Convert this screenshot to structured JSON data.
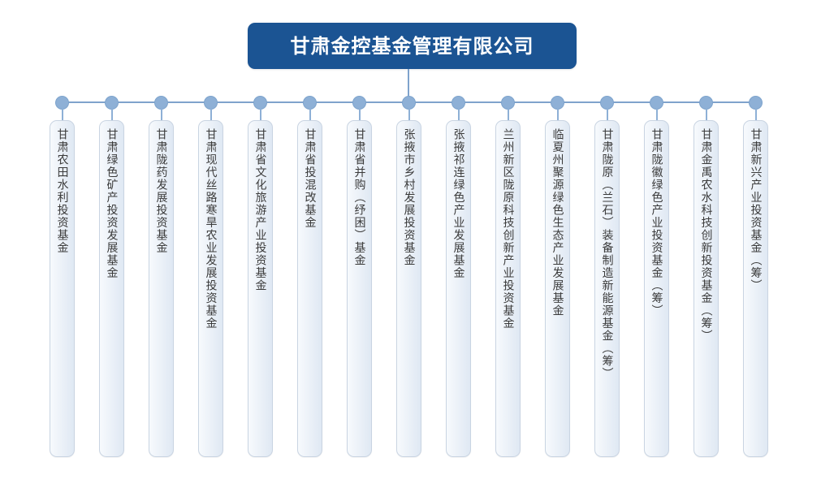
{
  "diagram": {
    "title": "甘肃金控基金管理有限公司",
    "type": "organization-chart",
    "colors": {
      "root_fill": "#1b5493",
      "root_text": "#ffffff",
      "connector": "#7fa3cc",
      "node_dot": "#8eb0d6",
      "leaf_border": "#c9d4e2",
      "leaf_fill_start": "#f7fafd",
      "leaf_fill_end": "#dfe8f3",
      "leaf_text": "#3b3b3b",
      "background": "#ffffff"
    },
    "root": {
      "label": "甘肃金控基金管理有限公司"
    },
    "children": [
      {
        "index": 1,
        "label": "甘肃农田水利投资基金"
      },
      {
        "index": 2,
        "label": "甘肃绿色矿产投资发展基金"
      },
      {
        "index": 3,
        "label": "甘肃陇药发展投资基金"
      },
      {
        "index": 4,
        "label": "甘肃现代丝路寒旱农业发展投资基金"
      },
      {
        "index": 5,
        "label": "甘肃省文化旅游产业投资基金"
      },
      {
        "index": 6,
        "label": "甘肃省投混改基金"
      },
      {
        "index": 7,
        "label": "甘肃省并购（纾困）基金"
      },
      {
        "index": 8,
        "label": "张掖市乡村发展投资基金"
      },
      {
        "index": 9,
        "label": "张掖祁连绿色产业发展基金"
      },
      {
        "index": 10,
        "label": "兰州新区陇原科技创新产业投资基金"
      },
      {
        "index": 11,
        "label": "临夏州聚源绿色生态产业发展基金"
      },
      {
        "index": 12,
        "label": "甘肃陇原（兰石）装备制造新能源基金（筹）"
      },
      {
        "index": 13,
        "label": "甘肃陇徽绿色产业投资基金（筹）"
      },
      {
        "index": 14,
        "label": "甘肃金禹农水科技创新投资基金（筹）"
      },
      {
        "index": 15,
        "label": "甘肃新兴产业投资基金（筹）"
      }
    ]
  }
}
